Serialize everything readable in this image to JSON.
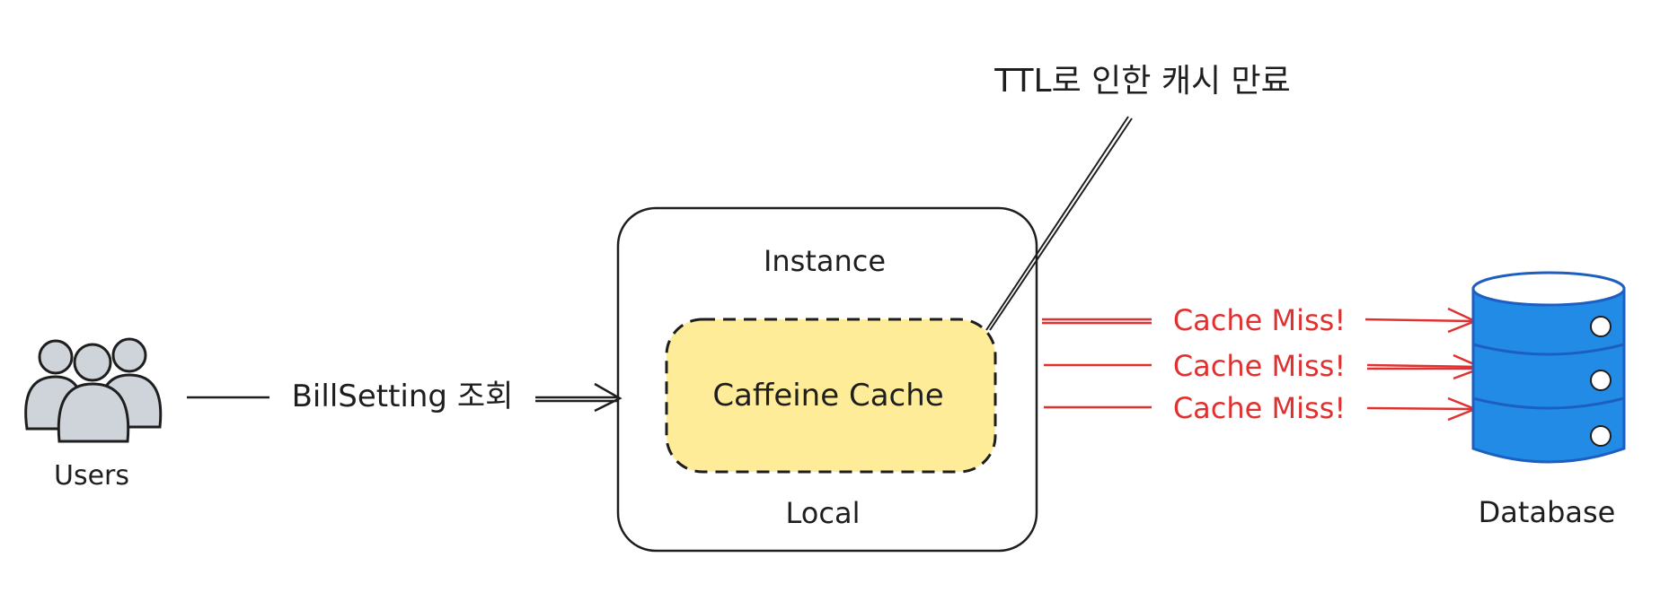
{
  "users": {
    "label": "Users"
  },
  "request": {
    "label": "BillSetting 조회"
  },
  "instance": {
    "title": "Instance",
    "footer": "Local"
  },
  "cache": {
    "label": "Caffeine Cache",
    "fill": "#ffec99"
  },
  "annotation": {
    "label": "TTL로 인한 캐시 만료"
  },
  "misses": [
    {
      "label": "Cache Miss!"
    },
    {
      "label": "Cache Miss!"
    },
    {
      "label": "Cache Miss!"
    }
  ],
  "database": {
    "label": "Database",
    "color": "#228be6"
  },
  "colors": {
    "ink": "#1e1e1e",
    "miss": "#e03131",
    "users_fill": "#ced4da"
  }
}
